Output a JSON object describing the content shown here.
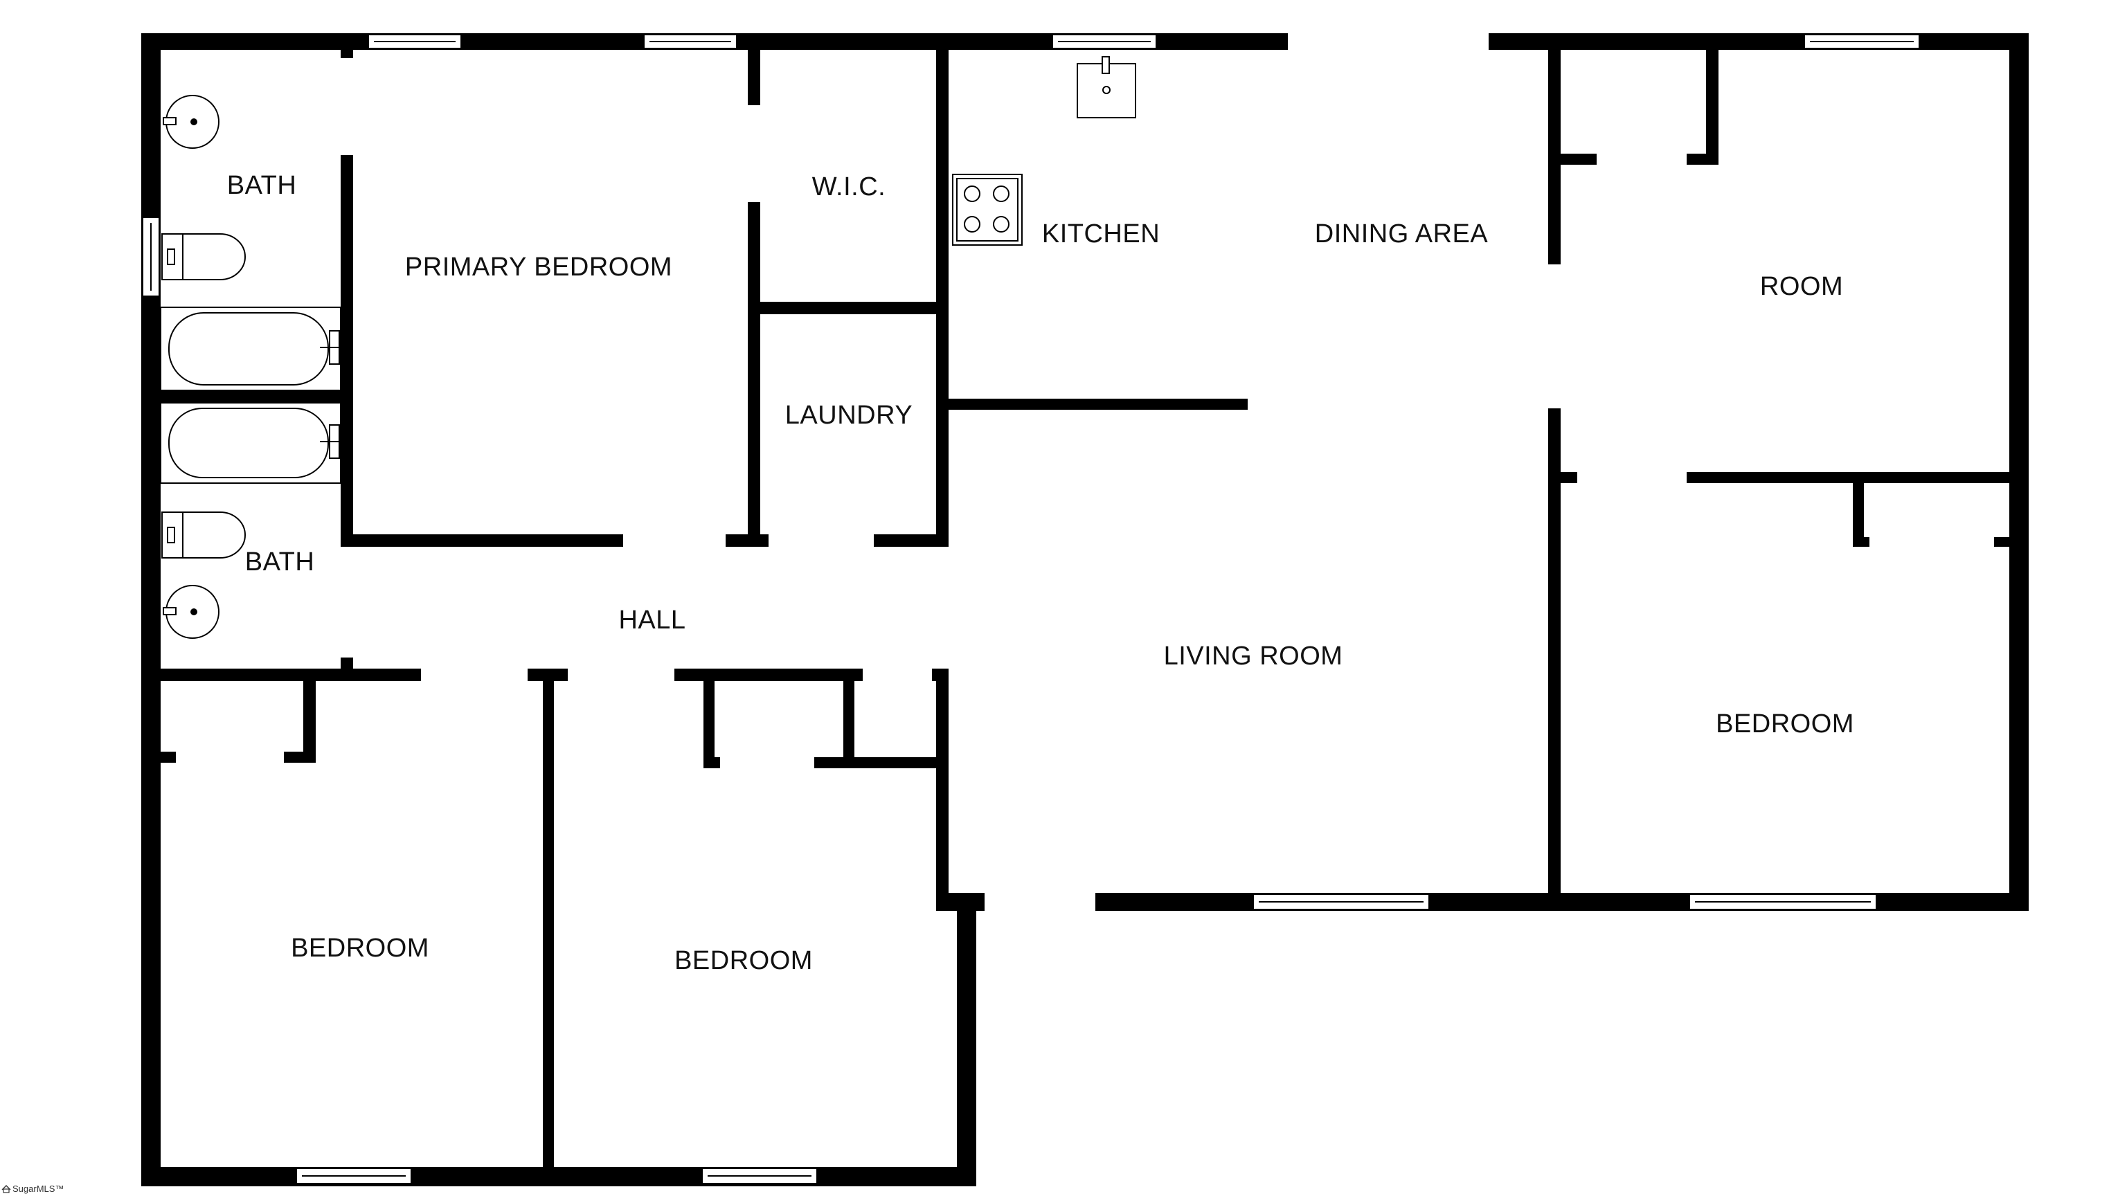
{
  "rooms": {
    "bath_upper": "BATH",
    "primary_bedroom": "PRIMARY BEDROOM",
    "wic": "W.I.C.",
    "kitchen": "KITCHEN",
    "dining_area": "DINING AREA",
    "room": "ROOM",
    "laundry": "LAUNDRY",
    "bath_lower": "BATH",
    "hall": "HALL",
    "living_room": "LIVING ROOM",
    "bedroom_east": "BEDROOM",
    "bedroom_southwest": "BEDROOM",
    "bedroom_south": "BEDROOM"
  },
  "watermark": {
    "text": "SugarMLS™",
    "icon": "house-logo-icon"
  },
  "colors": {
    "wall": "#000000",
    "background": "#ffffff"
  }
}
